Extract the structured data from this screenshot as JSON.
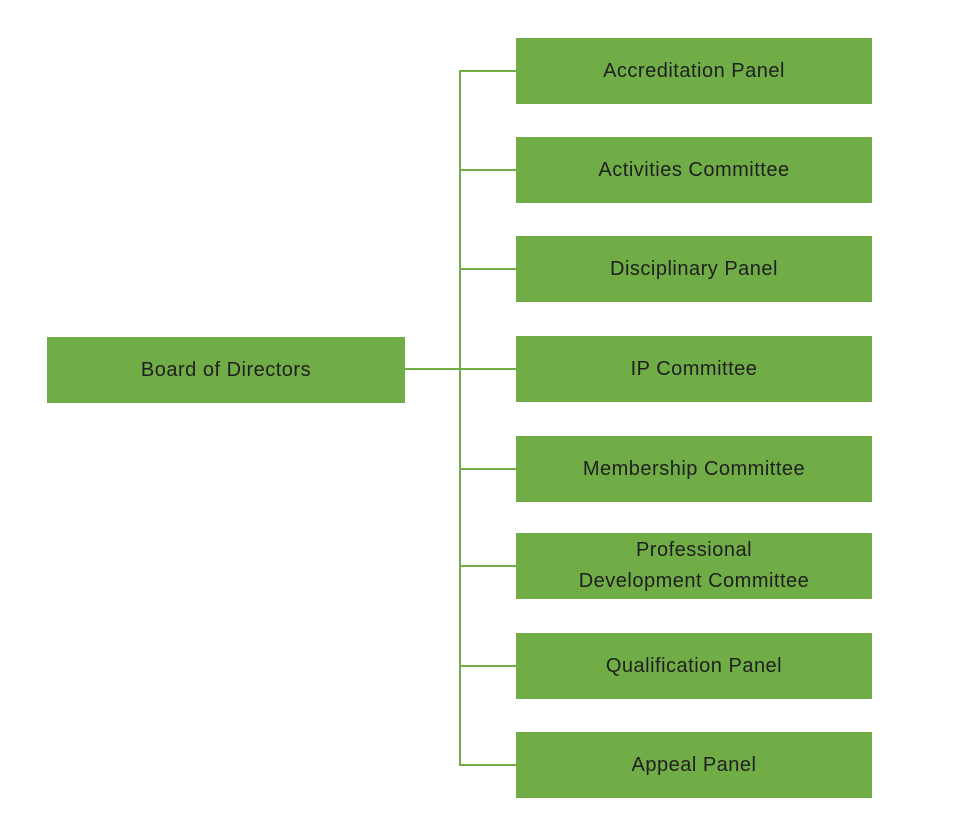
{
  "diagram": {
    "type": "org-chart",
    "root": {
      "label": "Board of Directors"
    },
    "children": [
      {
        "label": "Accreditation Panel"
      },
      {
        "label": "Activities Committee"
      },
      {
        "label": "Disciplinary Panel"
      },
      {
        "label": "IP Committee"
      },
      {
        "label": "Membership Committee"
      },
      {
        "label": "Professional\nDevelopment Committee"
      },
      {
        "label": "Qualification Panel"
      },
      {
        "label": "Appeal Panel"
      }
    ]
  },
  "colors": {
    "box_fill": "#70AD47",
    "connector": "#70AD47",
    "text": "#1f1f1f",
    "background": "#ffffff"
  }
}
